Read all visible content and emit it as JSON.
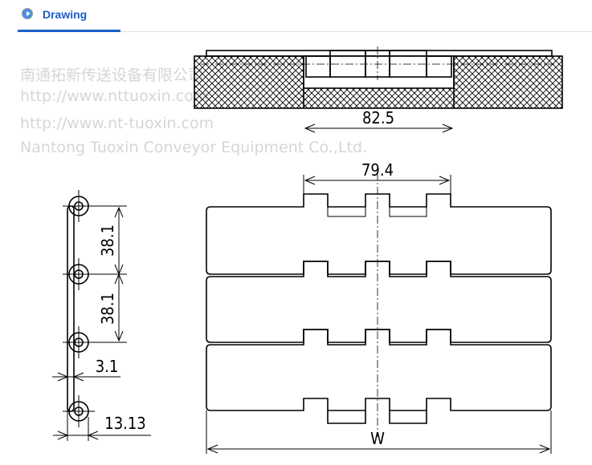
{
  "tab": {
    "icon": "play-circle-icon",
    "label": "Drawing"
  },
  "colors": {
    "accent": "#1a5fc8",
    "line": "#000000",
    "watermark": "#d6d6d6"
  },
  "drawing": {
    "dim_top_width": "82.5",
    "dim_tab_span": "79.4",
    "dim_pitch_1": "38.1",
    "dim_pitch_2": "38.1",
    "dim_thickness": "3.1",
    "dim_link_width": "13.13",
    "dim_total_width": "W"
  },
  "watermark": {
    "cn": "南通拓新传送设备有限公司",
    "url1": "http://www.nttuoxin.com",
    "en": "Nantong Tuoxin Conveyor Equipment Co.,Ltd.",
    "url2": "http://www.nt-tuoxin.com"
  }
}
